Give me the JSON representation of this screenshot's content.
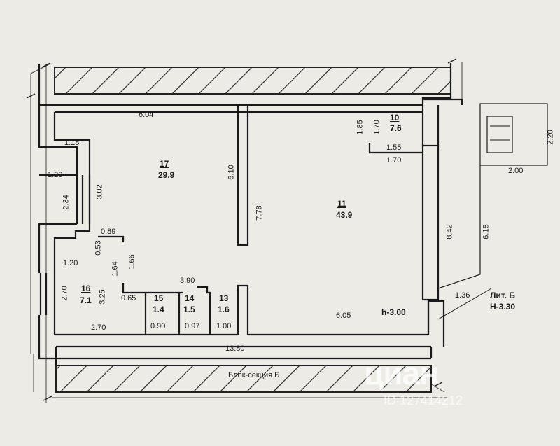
{
  "rooms": [
    {
      "no": "17",
      "area": "29.9"
    },
    {
      "no": "11",
      "area": "43.9"
    },
    {
      "no": "10",
      "area": "7.6"
    },
    {
      "no": "16",
      "area": "7.1"
    },
    {
      "no": "15",
      "area": "1.4"
    },
    {
      "no": "14",
      "area": "1.5"
    },
    {
      "no": "13",
      "area": "1.6"
    }
  ],
  "dims": {
    "d604": "6.04",
    "d118": "1.18",
    "d120a": "1.20",
    "d234": "2.34",
    "d302": "3.02",
    "d610": "6.10",
    "d778": "7.78",
    "d089": "0.89",
    "d053": "0.53",
    "d120b": "1.20",
    "d164": "1.64",
    "d166": "1.66",
    "d270a": "2.70",
    "d325": "3.25",
    "d065": "0.65",
    "d390": "3.90",
    "d270b": "2.70",
    "d090": "0.90",
    "d097": "0.97",
    "d100": "1.00",
    "d605": "6.05",
    "d1380": "13.80",
    "d185": "1.85",
    "d170a": "1.70",
    "d155": "1.55",
    "d170b": "1.70",
    "d842": "8.42",
    "d618": "6.18",
    "d220": "2.20",
    "d200": "2.00",
    "d136": "1.36"
  },
  "height_label": "h-3.00",
  "lit_label": "Лит. Б",
  "lit_height": "H-3.30",
  "section_label": "Блок-секция Б",
  "watermark": {
    "brand": "циан",
    "id": "ID 127414212"
  }
}
